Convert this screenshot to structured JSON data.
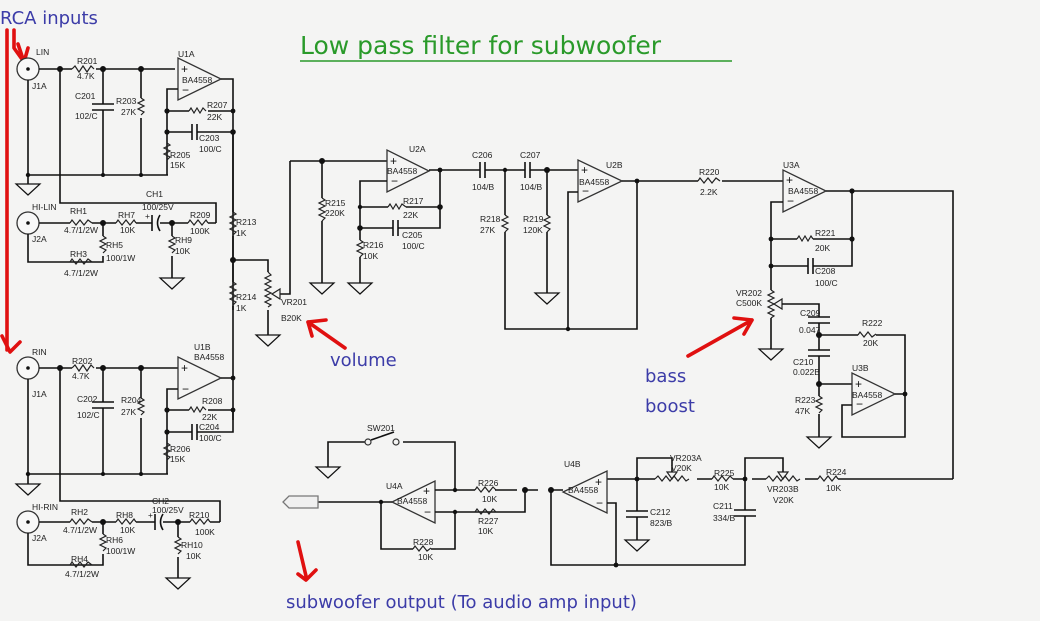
{
  "title": "Low pass filter for subwoofer",
  "colors": {
    "title": "#2a9a2a",
    "annotation": "#3c3ca8",
    "arrow": "#e01010",
    "wire": "#111111",
    "background": "#f4f4f3"
  },
  "annotations": {
    "rca_inputs": "RCA inputs",
    "volume": "volume",
    "bass_boost_line1": "bass",
    "bass_boost_line2": "boost",
    "subwoofer_output": "subwoofer output (To audio amp input)"
  },
  "connectors": {
    "lin": {
      "name": "LIN",
      "ref": "J1A"
    },
    "hilin": {
      "name": "HI-LIN",
      "ref": "J2A"
    },
    "rin": {
      "name": "RIN",
      "ref": "J1A"
    },
    "hirin": {
      "name": "HI-RIN",
      "ref": "J2A"
    }
  },
  "opamps": {
    "u1a": {
      "ref": "U1A",
      "part": "BA4558"
    },
    "u1b": {
      "ref": "U1B",
      "part": "BA4558"
    },
    "u2a": {
      "ref": "U2A",
      "part": "BA4558"
    },
    "u2b": {
      "ref": "U2B",
      "part": "BA4558"
    },
    "u3a": {
      "ref": "U3A",
      "part": "BA4558"
    },
    "u3b": {
      "ref": "U3B",
      "part": "BA4558"
    },
    "u4a": {
      "ref": "U4A",
      "part": "BA4558"
    },
    "u4b": {
      "ref": "U4B",
      "part": "BA4558"
    }
  },
  "signs": {
    "plus": "+",
    "minus": "−"
  },
  "components": {
    "r201": {
      "ref": "R201",
      "val": "4.7K"
    },
    "c201": {
      "ref": "C201",
      "val": "102/C"
    },
    "r203": {
      "ref": "R203",
      "val": "27K"
    },
    "r207": {
      "ref": "R207",
      "val": "22K"
    },
    "c203": {
      "ref": "C203",
      "val": "100/C"
    },
    "r205": {
      "ref": "R205",
      "val": "15K"
    },
    "ch1": {
      "ref": "CH1",
      "val": "100/25V"
    },
    "rh1": {
      "ref": "RH1",
      "val": "4.7/1/2W"
    },
    "rh7": {
      "ref": "RH7",
      "val": "10K"
    },
    "rh5": {
      "ref": "RH5",
      "val": "100/1W"
    },
    "rh3": {
      "ref": "RH3",
      "val": "4.7/1/2W"
    },
    "r209": {
      "ref": "R209",
      "val": "100K"
    },
    "rh9": {
      "ref": "RH9",
      "val": "10K"
    },
    "r213": {
      "ref": "R213",
      "val": "1K"
    },
    "r214": {
      "ref": "R214",
      "val": "1K"
    },
    "r202": {
      "ref": "R202",
      "val": "4.7K"
    },
    "c202": {
      "ref": "C202",
      "val": "102/C"
    },
    "r204": {
      "ref": "R204",
      "val": "27K"
    },
    "r208": {
      "ref": "R208",
      "val": "22K"
    },
    "c204": {
      "ref": "C204",
      "val": "100/C"
    },
    "r206": {
      "ref": "R206",
      "val": "15K"
    },
    "ch2": {
      "ref": "CH2",
      "val": "100/25V"
    },
    "rh2": {
      "ref": "RH2",
      "val": "4.7/1/2W"
    },
    "rh8": {
      "ref": "RH8",
      "val": "10K"
    },
    "rh6": {
      "ref": "RH6",
      "val": "100/1W"
    },
    "rh4": {
      "ref": "RH4",
      "val": "4.7/1/2W"
    },
    "r210": {
      "ref": "R210",
      "val": "100K"
    },
    "rh10": {
      "ref": "RH10",
      "val": "10K"
    },
    "vr201": {
      "ref": "VR201",
      "val": "B20K"
    },
    "r215": {
      "ref": "R215",
      "val": "220K"
    },
    "r217": {
      "ref": "R217",
      "val": "22K"
    },
    "c205": {
      "ref": "C205",
      "val": "100/C"
    },
    "r216": {
      "ref": "R216",
      "val": "10K"
    },
    "c206": {
      "ref": "C206",
      "val": "104/B"
    },
    "c207": {
      "ref": "C207",
      "val": "104/B"
    },
    "r218": {
      "ref": "R218",
      "val": "27K"
    },
    "r219": {
      "ref": "R219",
      "val": "120K"
    },
    "r220": {
      "ref": "R220",
      "val": "2.2K"
    },
    "r221": {
      "ref": "R221",
      "val": "20K"
    },
    "c208": {
      "ref": "C208",
      "val": "100/C"
    },
    "vr202": {
      "ref": "VR202",
      "val": "C500K"
    },
    "c209": {
      "ref": "C209",
      "val": "0.047"
    },
    "c210": {
      "ref": "C210",
      "val": "0.022B"
    },
    "r222": {
      "ref": "R222",
      "val": "20K"
    },
    "r223": {
      "ref": "R223",
      "val": "47K"
    },
    "sw201": {
      "ref": "SW201",
      "val": ""
    },
    "r226": {
      "ref": "R226",
      "val": "10K"
    },
    "r227": {
      "ref": "R227",
      "val": "10K"
    },
    "r228": {
      "ref": "R228",
      "val": "10K"
    },
    "vr203a": {
      "ref": "VR203A",
      "val": "V20K"
    },
    "c212": {
      "ref": "C212",
      "val": "823/B"
    },
    "r225": {
      "ref": "R225",
      "val": "10K"
    },
    "c211": {
      "ref": "C211",
      "val": "334/B"
    },
    "vr203b": {
      "ref": "VR203B",
      "val": "V20K"
    },
    "r224": {
      "ref": "R224",
      "val": "10K"
    }
  }
}
